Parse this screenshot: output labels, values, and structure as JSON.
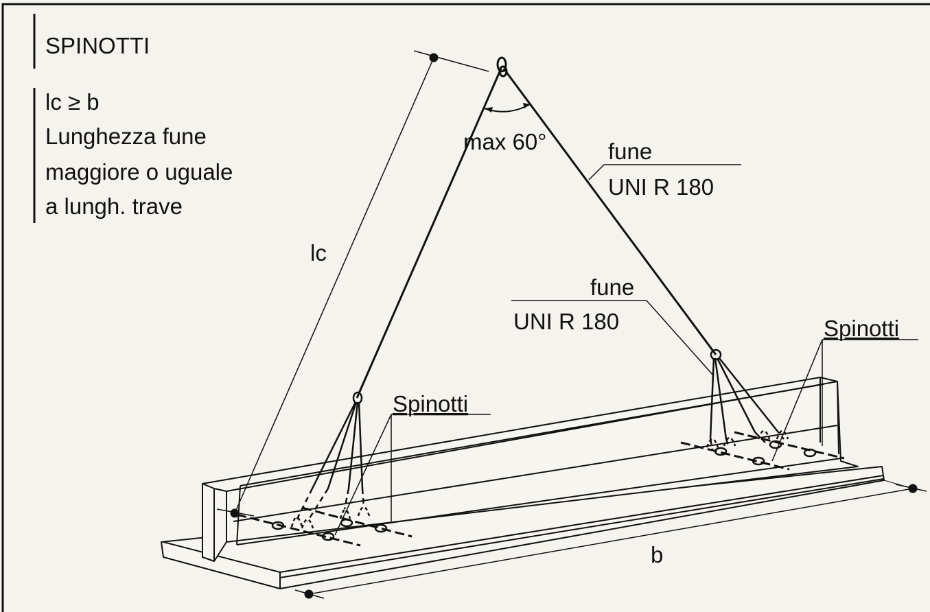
{
  "header": {
    "title": "SPINOTTI"
  },
  "notes": {
    "formula": "lc ≥  b",
    "line1": "Lunghezza fune",
    "line2": "maggiore o uguale",
    "line3": "a lungh. trave"
  },
  "labels": {
    "lc": "lc",
    "b": "b",
    "angle": "max 60°",
    "fune_top": "fune",
    "rope_spec_top": "UNI R 180",
    "fune_mid": "fune",
    "rope_spec_mid": "UNI R 180",
    "spinotti_left": "Spinotti",
    "spinotti_right": "Spinotti"
  }
}
